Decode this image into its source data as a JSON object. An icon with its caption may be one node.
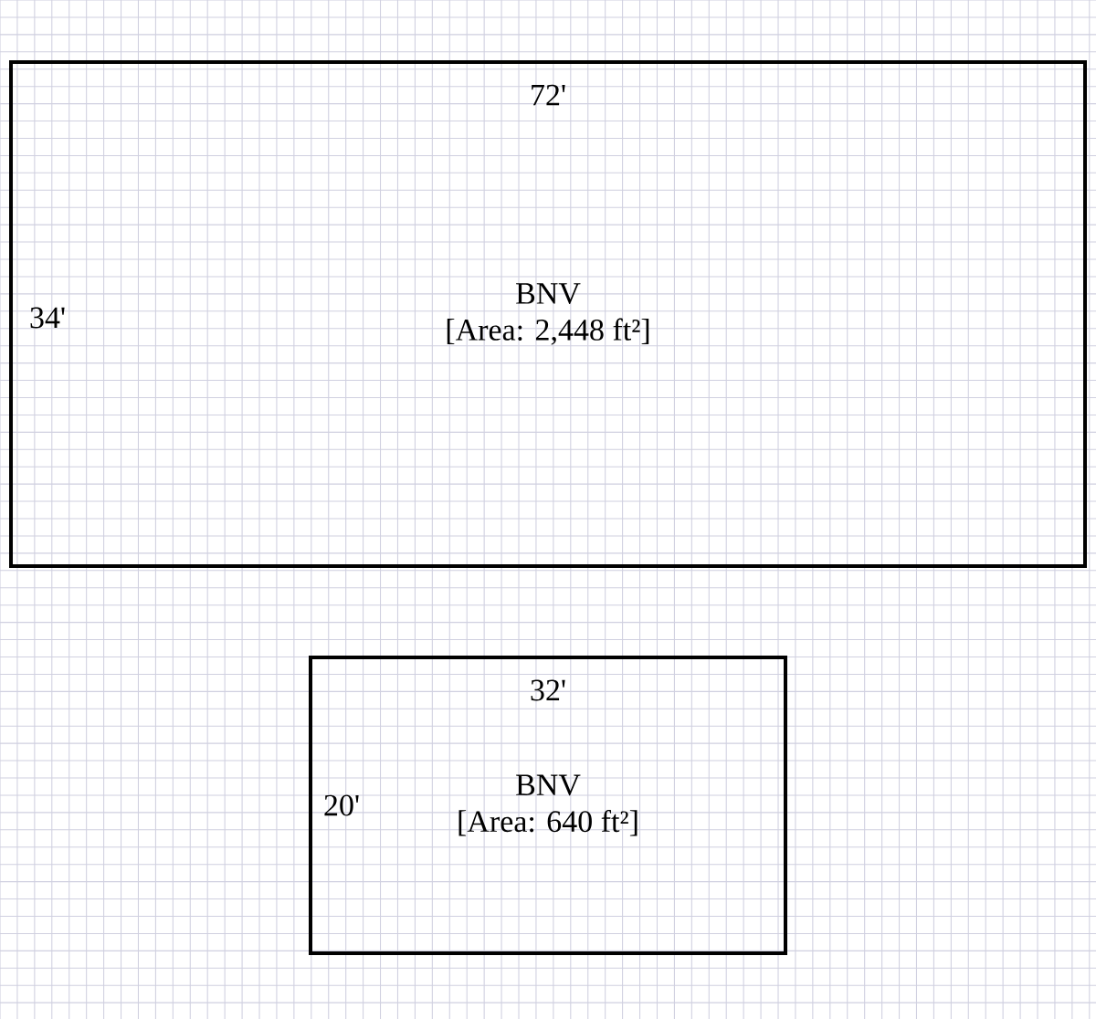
{
  "diagram": {
    "nodes": [
      {
        "text": [
          "BNV",
          "[Area: 2,448 ft²]"
        ]
      },
      {
        "text": [
          "BNV",
          "[Area: 640 ft²]"
        ]
      }
    ],
    "labels": [
      "72'",
      "34'",
      "32'",
      "20'"
    ]
  }
}
